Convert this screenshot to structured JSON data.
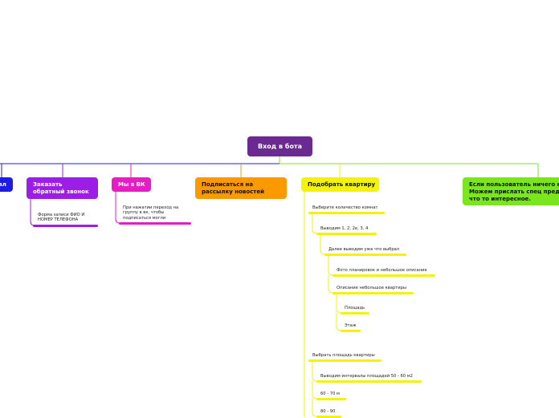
{
  "root": {
    "label": "Вход в бота",
    "color": "#6b2a92"
  },
  "branches": [
    {
      "id": "left-cut",
      "label": "ал",
      "color": "#1c1ce6"
    },
    {
      "id": "callback",
      "label": "Заказать\nобратный звонок",
      "color": "#9b1de6",
      "children": [
        "Форма записи ФИО И\nНОМЕР ТЕЛЕФОНА"
      ]
    },
    {
      "id": "vk",
      "label": "Мы в ВК",
      "color": "#e61dc2",
      "children": [
        "При нажатии переход на\nгруппу в вк, чтобы\nподписаться могли"
      ]
    },
    {
      "id": "subscribe",
      "label": "Подписаться на\nрассылку новостей",
      "color": "#fa9a00"
    },
    {
      "id": "apartment",
      "label": "Подобрать квартиру",
      "color": "#f2f20a",
      "children": [
        "Выберите количество комнат",
        "Выводим 1, 2, 2е, 3, 4",
        "Далее выводим уже что выбрал",
        "Фото планировок и небольшое описание",
        "Описание небольшое квартиры",
        "Площадь",
        "Этаж",
        "Выбрать площадь квартиры",
        "Выводим интервалы площадей 50 - 60 м2",
        "60 - 70 м",
        "80 - 90"
      ]
    },
    {
      "id": "fallback",
      "label": "Если пользователь ничего н\nМожем прислать спец предл\nчто то интересное.",
      "color": "#7ae61d"
    }
  ]
}
